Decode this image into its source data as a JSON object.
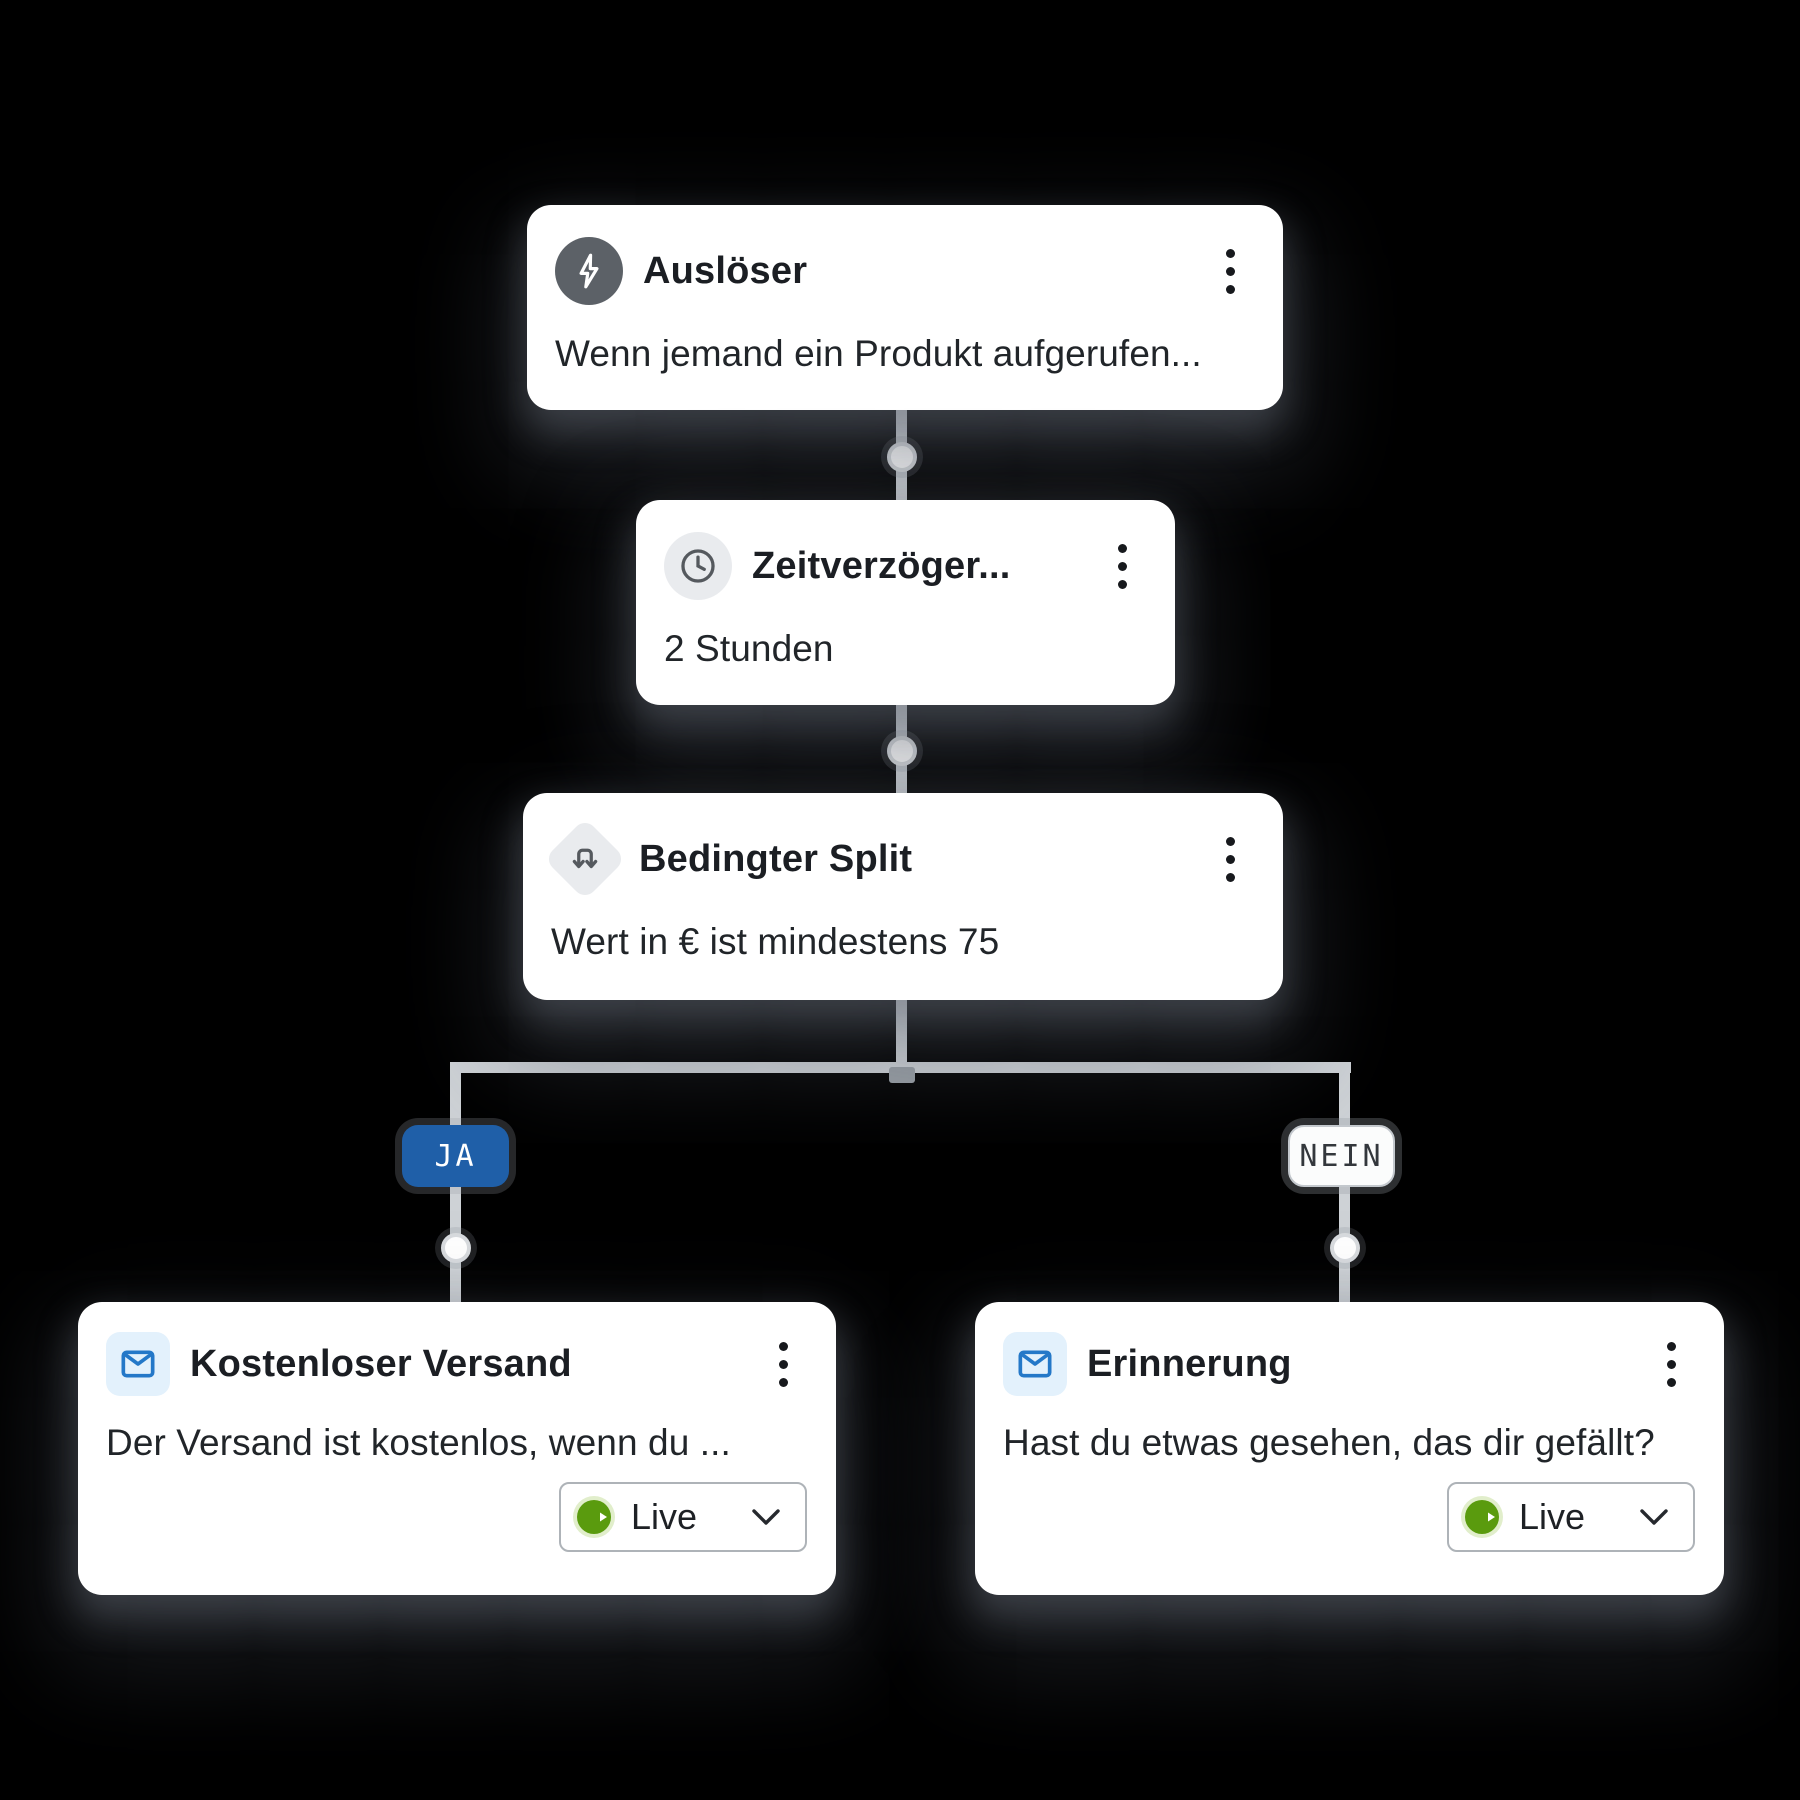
{
  "flow": {
    "cards": {
      "trigger": {
        "icon": "lightning-icon",
        "title": "Auslöser",
        "description": "Wenn jemand ein Produkt aufgerufen..."
      },
      "delay": {
        "icon": "clock-icon",
        "title": "Zeitverzöger...",
        "description": "2 Stunden"
      },
      "split": {
        "icon": "split-icon",
        "title": "Bedingter Split",
        "description": "Wert in € ist mindestens 75"
      },
      "free_shipping": {
        "icon": "email-icon",
        "title": "Kostenloser Versand",
        "description": "Der Versand ist kostenlos, wenn du ...",
        "status_label": "Live"
      },
      "reminder": {
        "icon": "email-icon",
        "title": "Erinnerung",
        "description": "Hast du etwas gesehen, das dir gefällt?",
        "status_label": "Live"
      }
    },
    "badges": {
      "yes": "JA",
      "no": "NEIN"
    },
    "colors": {
      "background": "#000000",
      "card_background": "#ffffff",
      "connector_gray": "#ced2d6",
      "yes_badge_blue": "#1f5fa8",
      "live_green": "#5a9b0e",
      "email_blue": "#2478c8",
      "trigger_circle_gray": "#5c6167"
    }
  }
}
